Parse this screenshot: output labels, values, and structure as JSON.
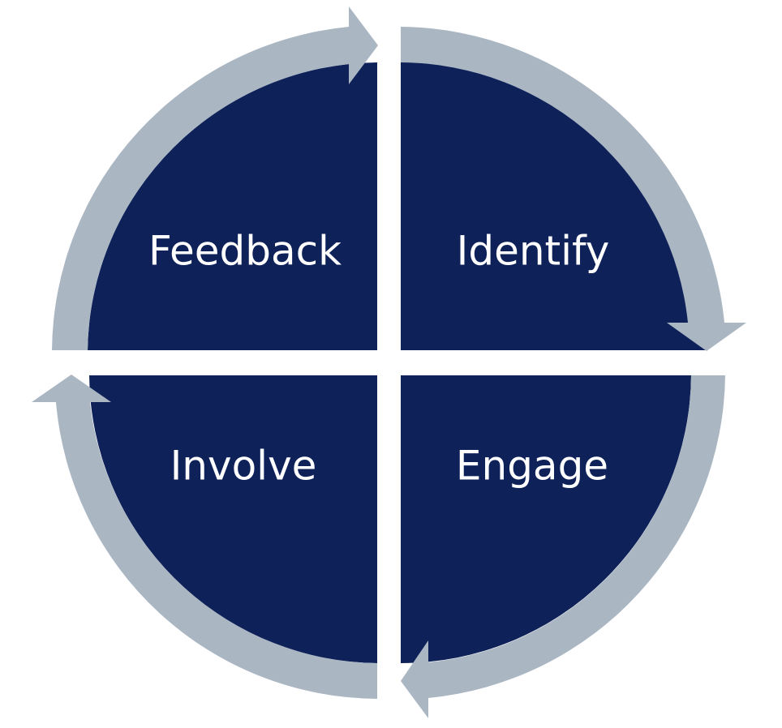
{
  "diagram": {
    "colors": {
      "quadrant": "#0e2159",
      "arrow": "#abb6c3",
      "label": "#ffffff",
      "background": "#ffffff"
    },
    "quadrants": [
      {
        "label": "Feedback"
      },
      {
        "label": "Identify"
      },
      {
        "label": "Involve"
      },
      {
        "label": "Engage"
      }
    ]
  }
}
